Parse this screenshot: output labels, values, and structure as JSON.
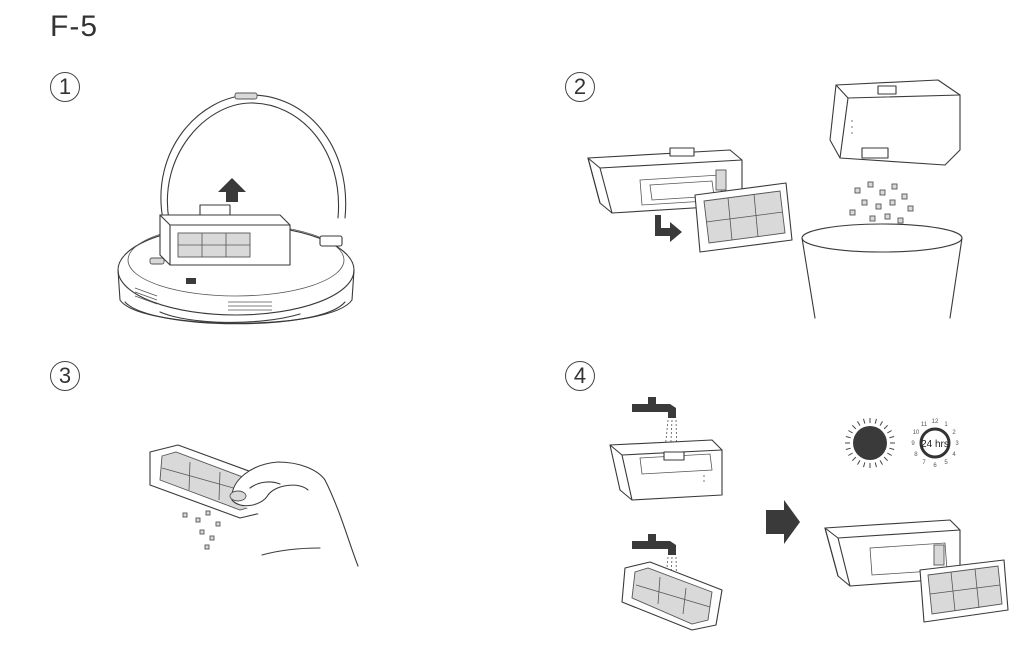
{
  "title": "F-5",
  "steps": [
    {
      "number": "1",
      "icon": "lift-filter-out-of-robot"
    },
    {
      "number": "2",
      "icon": "empty-dustbin-into-trash"
    },
    {
      "number": "3",
      "icon": "tap-filter-to-remove-dust"
    },
    {
      "number": "4",
      "icon": "rinse-dry-and-reinstall"
    }
  ],
  "clock": {
    "label": "24 hrs",
    "hours": [
      "12",
      "1",
      "2",
      "3",
      "4",
      "5",
      "6",
      "7",
      "8",
      "9",
      "10",
      "11"
    ]
  }
}
